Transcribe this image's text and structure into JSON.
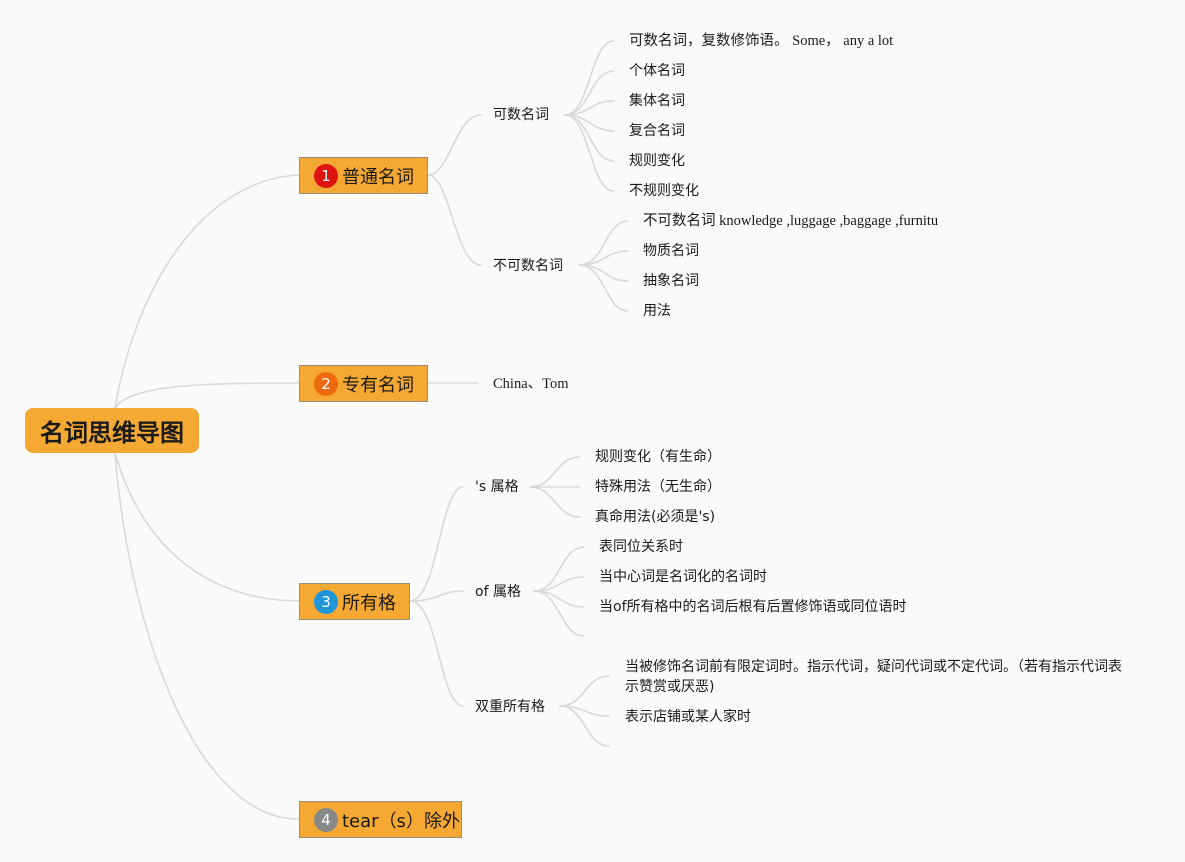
{
  "root": {
    "label": "名词思维导图"
  },
  "topics": [
    {
      "number": "1",
      "label": "普通名词",
      "badge_color": "#e0140f"
    },
    {
      "number": "2",
      "label": "专有名词",
      "badge_color": "#ef6a0f"
    },
    {
      "number": "3",
      "label": "所有格",
      "badge_color": "#1f96d8"
    },
    {
      "number": "4",
      "label": "tear（s）除外",
      "badge_color": "#888888"
    }
  ],
  "t1": {
    "countable": {
      "label": "可数名词",
      "items": [
        "可数名词，复数修饰语。 Some， any a lot",
        "个体名词",
        "集体名词",
        "复合名词",
        "规则变化",
        "不规则变化"
      ]
    },
    "uncountable": {
      "label": "不可数名词",
      "items": [
        "不可数名词 knowledge ,luggage ,baggage ,furnitu",
        "物质名词",
        "抽象名词",
        "用法"
      ]
    }
  },
  "t2": {
    "example": "China、Tom"
  },
  "t3": {
    "s_genitive": {
      "label": "'s 属格",
      "items": [
        "规则变化（有生命）",
        "特殊用法（无生命）",
        "真命用法(必须是's)"
      ]
    },
    "of_genitive": {
      "label": "of 属格",
      "items": [
        "表同位关系时",
        "当中心词是名词化的名词时",
        "当of所有格中的名词后根有后置修饰语或同位语时"
      ]
    },
    "double": {
      "label": "双重所有格",
      "items": [
        "当被修饰名词前有限定词时。指示代词，疑问代词或不定代词。（若有指示代词表示赞赏或厌恶)",
        "表示店铺或某人家时"
      ]
    }
  },
  "colors": {
    "branch_fill": "#f5a832",
    "link": "#d9d9d9",
    "background": "#fafafa"
  }
}
